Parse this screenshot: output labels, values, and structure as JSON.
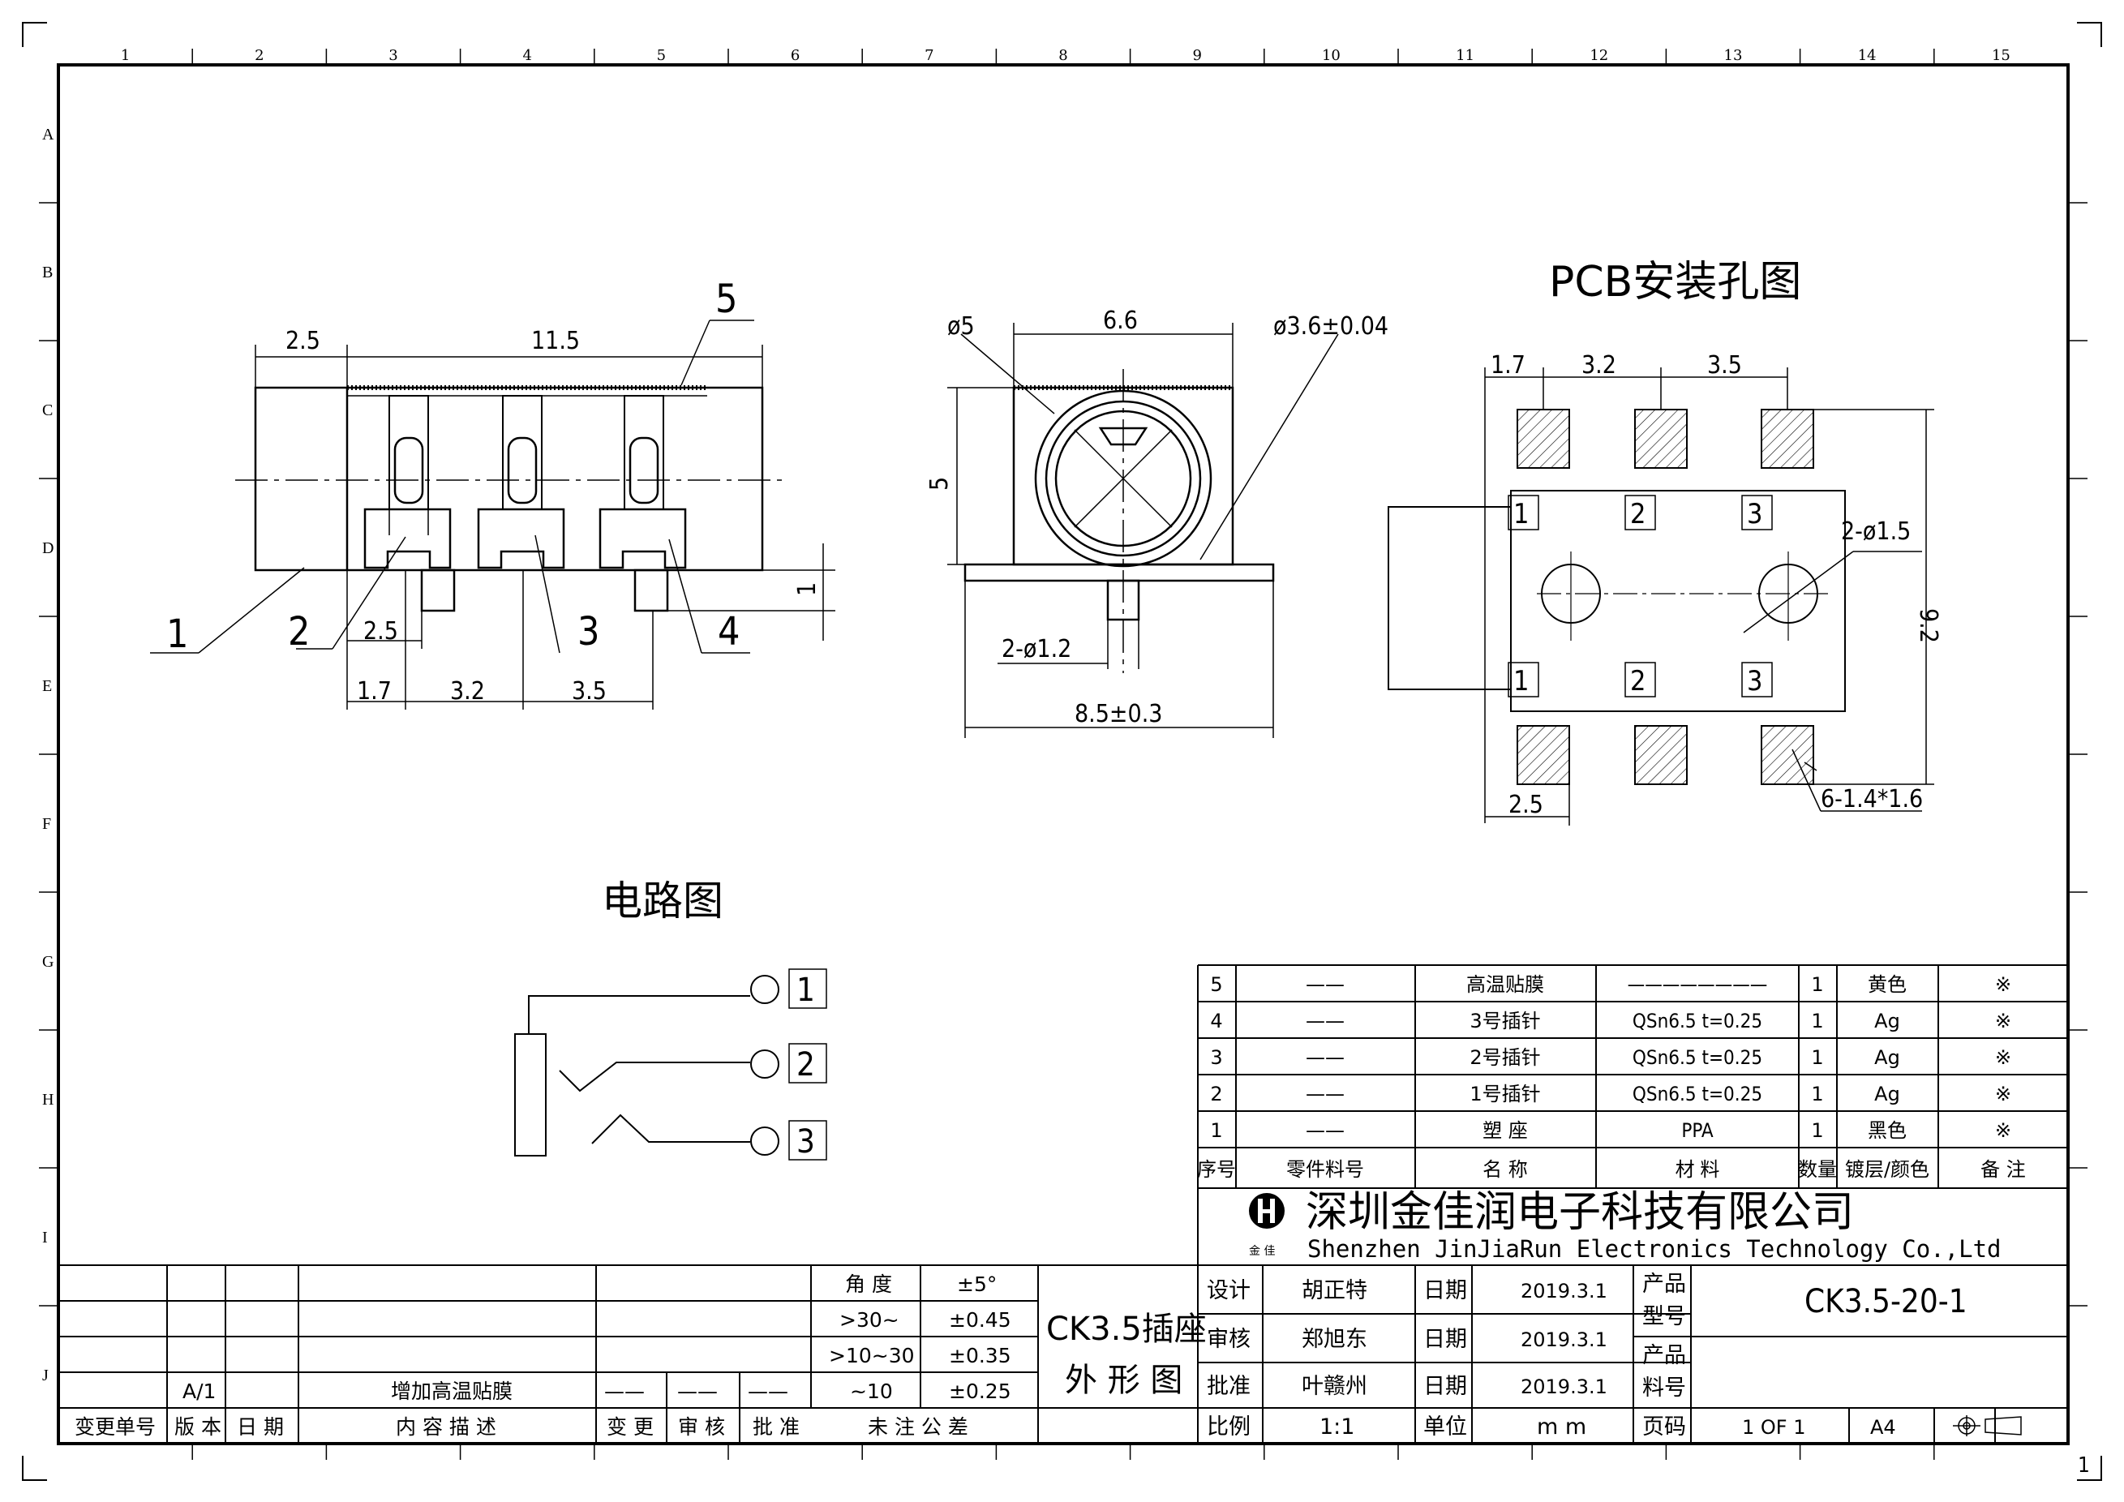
{
  "border": {
    "columns": [
      "1",
      "2",
      "3",
      "4",
      "5",
      "6",
      "7",
      "8",
      "9",
      "10",
      "11",
      "12",
      "13",
      "14",
      "15"
    ],
    "rows": [
      "A",
      "B",
      "C",
      "D",
      "E",
      "F",
      "G",
      "H",
      "I",
      "J"
    ],
    "sheet_no": "1"
  },
  "side_view": {
    "dims": {
      "top_left": "2.5",
      "top_main": "11.5",
      "gap": "2.5",
      "pitch_1": "1.7",
      "pitch_2": "3.2",
      "pitch_3": "3.5",
      "height": "1"
    },
    "callouts": [
      "1",
      "2",
      "3",
      "4",
      "5"
    ]
  },
  "front_view": {
    "dims": {
      "phi5": "ø5",
      "width_top": "6.6",
      "phi36": "ø3.6±0.04",
      "height": "5",
      "pins": "2-ø1.2",
      "width_bottom": "8.5±0.3"
    }
  },
  "pcb": {
    "title": "PCB安装孔图",
    "dims": {
      "d1": "1.7",
      "d2": "3.2",
      "d3": "3.5",
      "holes": "2-ø1.5",
      "height": "9.2",
      "bottom": "2.5",
      "pads": "6-1.4*1.6"
    },
    "pin_labels": [
      "1",
      "2",
      "3",
      "1",
      "2",
      "3"
    ]
  },
  "circuit": {
    "title": "电路图",
    "terminals": [
      "1",
      "2",
      "3"
    ]
  },
  "bom": {
    "rows": [
      {
        "no": "5",
        "part": "——",
        "name": "高温贴膜",
        "material": "————————",
        "qty": "1",
        "finish": "黄色",
        "note": "※"
      },
      {
        "no": "4",
        "part": "——",
        "name": "3号插针",
        "material": "QSn6.5 t=0.25",
        "qty": "1",
        "finish": "Ag",
        "note": "※"
      },
      {
        "no": "3",
        "part": "——",
        "name": "2号插针",
        "material": "QSn6.5 t=0.25",
        "qty": "1",
        "finish": "Ag",
        "note": "※"
      },
      {
        "no": "2",
        "part": "——",
        "name": "1号插针",
        "material": "QSn6.5 t=0.25",
        "qty": "1",
        "finish": "Ag",
        "note": "※"
      },
      {
        "no": "1",
        "part": "——",
        "name": "塑  座",
        "material": "PPA",
        "qty": "1",
        "finish": "黑色",
        "note": "※"
      }
    ],
    "headers": {
      "no": "序号",
      "part": "零件料号",
      "name": "名  称",
      "material": "材    料",
      "qty": "数量",
      "finish": "镀层/颜色",
      "note": "备  注"
    }
  },
  "company": {
    "logo_text": "金 佳",
    "name_cn": "深圳金佳润电子科技有限公司",
    "name_en": "Shenzhen JinJiaRun Electronics Technology Co.,Ltd"
  },
  "title_block": {
    "design_label": "设计",
    "design_name": "胡正特",
    "review_label": "审核",
    "review_name": "郑旭东",
    "approve_label": "批准",
    "approve_name": "叶赣州",
    "date_label": "日期",
    "date_value": "2019.3.1",
    "model_label_1": "产品",
    "model_label_2": "型号",
    "model_value": "CK3.5-20-1",
    "material_no_label_1": "产品",
    "material_no_label_2": "料号",
    "scale_label": "比例",
    "scale_value": "1:1",
    "unit_label": "单位",
    "unit_value": "m m",
    "page_label": "页码",
    "page_value": "1 OF 1",
    "paper_size": "A4",
    "drawing_title_1": "CK3.5插座",
    "drawing_title_2": "外 形 图"
  },
  "tolerance": {
    "rows": [
      {
        "range": "角  度",
        "value": "±5°"
      },
      {
        "range": ">30~",
        "value": "±0.45"
      },
      {
        "range": ">10~30",
        "value": "±0.35"
      },
      {
        "range": "~10",
        "value": "±0.25"
      }
    ],
    "footer": "未 注 公 差"
  },
  "revision": {
    "entry": {
      "version": "A/1",
      "description": "增加高温贴膜",
      "dash": "——"
    },
    "headers": {
      "change_no": "变更单号",
      "version": "版 本",
      "date": "日 期",
      "description": "内 容 描 述",
      "change": "变 更",
      "review": "审 核",
      "approve": "批 准"
    }
  }
}
